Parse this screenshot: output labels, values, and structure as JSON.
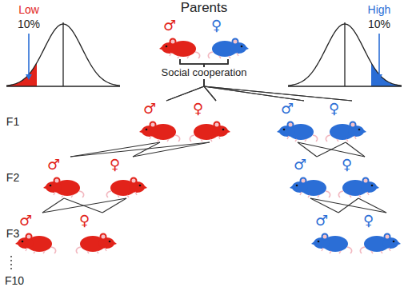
{
  "diagram": {
    "nodes": [
      {
        "text": [
          "♂"
        ]
      },
      {
        "text": [
          "♀"
        ]
      },
      {
        "text": [
          "♂"
        ]
      },
      {
        "text": [
          "♀"
        ]
      },
      {
        "text": [
          "♂"
        ]
      },
      {
        "text": [
          "♀"
        ]
      },
      {
        "text": [
          "♂"
        ]
      },
      {
        "text": [
          "♀"
        ]
      },
      {
        "text": [
          "♂"
        ]
      },
      {
        "text": [
          "♀"
        ]
      },
      {
        "text": [
          "♂"
        ]
      },
      {
        "text": [
          "♀"
        ]
      },
      {
        "text": [
          "♂"
        ]
      },
      {
        "text": [
          "♀"
        ]
      }
    ],
    "edges": [
      {
        "from": 0,
        "to": 2,
        "arrow": "none"
      },
      {
        "from": 0,
        "to": 3,
        "arrow": "none"
      },
      {
        "from": 0,
        "to": 4,
        "arrow": "none"
      },
      {
        "from": 0,
        "to": 5,
        "arrow": "none"
      },
      {
        "from": 1,
        "to": 2,
        "arrow": "none"
      },
      {
        "from": 1,
        "to": 3,
        "arrow": "none"
      },
      {
        "from": 1,
        "to": 4,
        "arrow": "none"
      },
      {
        "from": 1,
        "to": 5,
        "arrow": "none"
      },
      {
        "from": 2,
        "to": 6,
        "arrow": "none"
      },
      {
        "from": 2,
        "to": 7,
        "arrow": "none"
      },
      {
        "from": 3,
        "to": 6,
        "arrow": "none"
      },
      {
        "from": 3,
        "to": 7,
        "arrow": "none"
      },
      {
        "from": 4,
        "to": 8,
        "arrow": "none"
      },
      {
        "from": 4,
        "to": 9,
        "arrow": "none"
      },
      {
        "from": 5,
        "to": 8,
        "arrow": "none"
      },
      {
        "from": 5,
        "to": 9,
        "arrow": "none"
      },
      {
        "from": 6,
        "to": 10,
        "arrow": "none"
      },
      {
        "from": 6,
        "to": 11,
        "arrow": "none"
      },
      {
        "from": 7,
        "to": 10,
        "arrow": "none"
      },
      {
        "from": 7,
        "to": 11,
        "arrow": "none"
      },
      {
        "from": 8,
        "to": 12,
        "arrow": "none"
      },
      {
        "from": 8,
        "to": 13,
        "arrow": "none"
      },
      {
        "from": 9,
        "to": 12,
        "arrow": "none"
      },
      {
        "from": 9,
        "to": 13,
        "arrow": "none"
      }
    ],
    "labels": [
      "Parents",
      "Low",
      "10%",
      "High",
      "10%",
      "Social cooperation",
      "F1",
      "F2",
      "F3",
      "F10"
    ]
  }
}
